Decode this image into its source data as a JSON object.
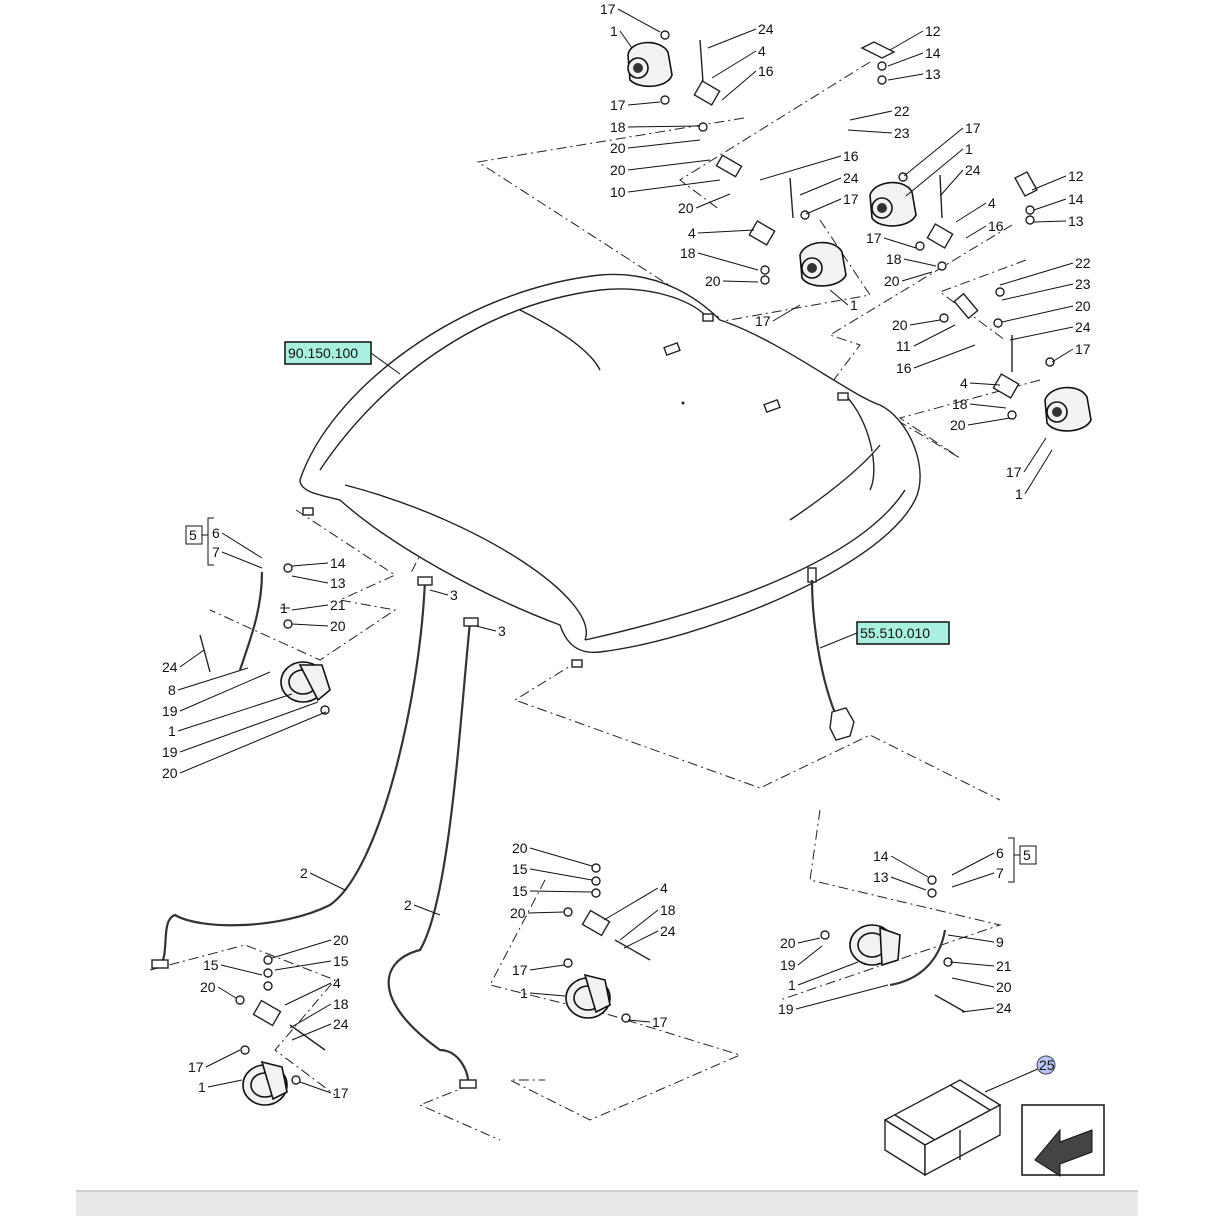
{
  "diagram": {
    "reference_codes": {
      "cab_roof": "90.150.100",
      "wiring": "55.510.010"
    },
    "bracket_group_label": "5",
    "kit_label": "25",
    "callouts": [
      {
        "id": "a1",
        "text": "17"
      },
      {
        "id": "a2",
        "text": "1"
      },
      {
        "id": "a3",
        "text": "24"
      },
      {
        "id": "a4",
        "text": "4"
      },
      {
        "id": "a5",
        "text": "16"
      },
      {
        "id": "a6",
        "text": "17"
      },
      {
        "id": "a7",
        "text": "18"
      },
      {
        "id": "a8",
        "text": "20"
      },
      {
        "id": "a9",
        "text": "20"
      },
      {
        "id": "a10",
        "text": "10"
      },
      {
        "id": "a11",
        "text": "20"
      },
      {
        "id": "a12",
        "text": "12"
      },
      {
        "id": "a13",
        "text": "14"
      },
      {
        "id": "a14",
        "text": "13"
      },
      {
        "id": "a15",
        "text": "22"
      },
      {
        "id": "a16",
        "text": "23"
      },
      {
        "id": "a17",
        "text": "16"
      },
      {
        "id": "a18",
        "text": "24"
      },
      {
        "id": "a19",
        "text": "17"
      },
      {
        "id": "a20",
        "text": "4"
      },
      {
        "id": "a21",
        "text": "18"
      },
      {
        "id": "a22",
        "text": "20"
      },
      {
        "id": "a23",
        "text": "17"
      },
      {
        "id": "a24",
        "text": "1"
      },
      {
        "id": "b1",
        "text": "17"
      },
      {
        "id": "b2",
        "text": "1"
      },
      {
        "id": "b3",
        "text": "24"
      },
      {
        "id": "b4",
        "text": "4"
      },
      {
        "id": "b5",
        "text": "16"
      },
      {
        "id": "b6",
        "text": "17"
      },
      {
        "id": "b7",
        "text": "18"
      },
      {
        "id": "b8",
        "text": "20"
      },
      {
        "id": "b9",
        "text": "12"
      },
      {
        "id": "b10",
        "text": "14"
      },
      {
        "id": "b11",
        "text": "13"
      },
      {
        "id": "b12",
        "text": "22"
      },
      {
        "id": "b13",
        "text": "23"
      },
      {
        "id": "b14",
        "text": "20"
      },
      {
        "id": "b15",
        "text": "24"
      },
      {
        "id": "b16",
        "text": "20"
      },
      {
        "id": "b17",
        "text": "11"
      },
      {
        "id": "b18",
        "text": "16"
      },
      {
        "id": "b19",
        "text": "17"
      },
      {
        "id": "b20",
        "text": "4"
      },
      {
        "id": "b21",
        "text": "18"
      },
      {
        "id": "b22",
        "text": "20"
      },
      {
        "id": "b23",
        "text": "17"
      },
      {
        "id": "b24",
        "text": "1"
      },
      {
        "id": "c1",
        "text": "6"
      },
      {
        "id": "c2",
        "text": "7"
      },
      {
        "id": "c3",
        "text": "14"
      },
      {
        "id": "c4",
        "text": "13"
      },
      {
        "id": "c5",
        "text": "1"
      },
      {
        "id": "c6",
        "text": "21"
      },
      {
        "id": "c7",
        "text": "20"
      },
      {
        "id": "c8",
        "text": "3"
      },
      {
        "id": "c9",
        "text": "3"
      },
      {
        "id": "c10",
        "text": "24"
      },
      {
        "id": "c11",
        "text": "8"
      },
      {
        "id": "c12",
        "text": "19"
      },
      {
        "id": "c13",
        "text": "1"
      },
      {
        "id": "c14",
        "text": "19"
      },
      {
        "id": "c15",
        "text": "20"
      },
      {
        "id": "d1",
        "text": "2"
      },
      {
        "id": "d2",
        "text": "2"
      },
      {
        "id": "d3",
        "text": "20"
      },
      {
        "id": "d4",
        "text": "15"
      },
      {
        "id": "d5",
        "text": "15"
      },
      {
        "id": "d6",
        "text": "4"
      },
      {
        "id": "d7",
        "text": "20"
      },
      {
        "id": "d8",
        "text": "18"
      },
      {
        "id": "d9",
        "text": "24"
      },
      {
        "id": "d10",
        "text": "17"
      },
      {
        "id": "d11",
        "text": "1"
      },
      {
        "id": "d12",
        "text": "17"
      },
      {
        "id": "e1",
        "text": "20"
      },
      {
        "id": "e2",
        "text": "15"
      },
      {
        "id": "e3",
        "text": "15"
      },
      {
        "id": "e4",
        "text": "20"
      },
      {
        "id": "e5",
        "text": "4"
      },
      {
        "id": "e6",
        "text": "18"
      },
      {
        "id": "e7",
        "text": "24"
      },
      {
        "id": "e8",
        "text": "17"
      },
      {
        "id": "e9",
        "text": "1"
      },
      {
        "id": "e10",
        "text": "17"
      },
      {
        "id": "f1",
        "text": "14"
      },
      {
        "id": "f2",
        "text": "13"
      },
      {
        "id": "f3",
        "text": "6"
      },
      {
        "id": "f4",
        "text": "7"
      },
      {
        "id": "f5",
        "text": "20"
      },
      {
        "id": "f6",
        "text": "19"
      },
      {
        "id": "f7",
        "text": "9"
      },
      {
        "id": "f8",
        "text": "21"
      },
      {
        "id": "f9",
        "text": "1"
      },
      {
        "id": "f10",
        "text": "20"
      },
      {
        "id": "f11",
        "text": "19"
      },
      {
        "id": "f12",
        "text": "24"
      }
    ]
  }
}
